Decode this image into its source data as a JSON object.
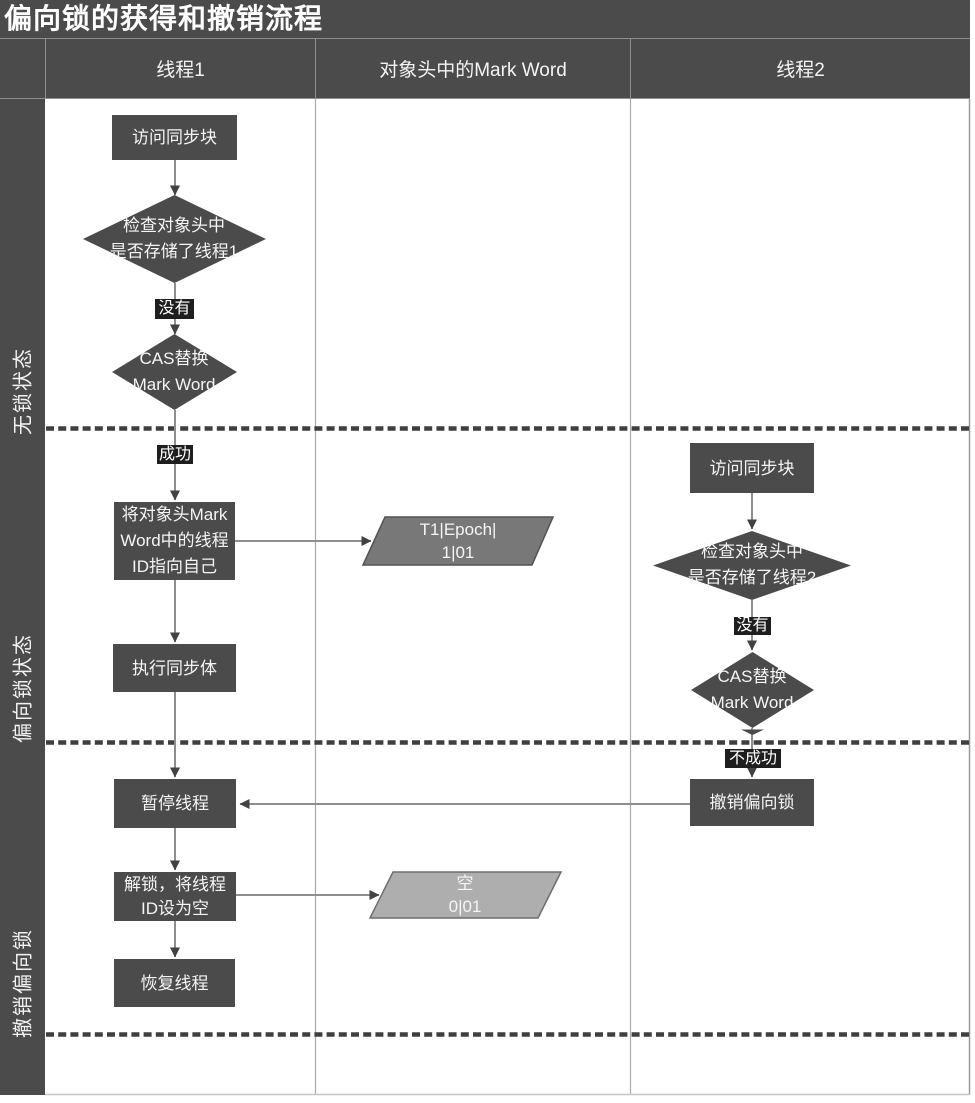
{
  "title": "偏向锁的获得和撤销流程",
  "columns": {
    "thread1": "线程1",
    "markword": "对象头中的Mark Word",
    "thread2": "线程2"
  },
  "row_labels": {
    "lock_free": "无锁状态",
    "biased": "偏向锁状态",
    "revoke": "撤销偏向锁"
  },
  "thread1": {
    "access_sync_block": "访问同步块",
    "check_header": "检查对象头中\n是否存储了线程1",
    "check_header_result": "没有",
    "cas_replace": "CAS替换\nMark Word",
    "cas_result": "成功",
    "set_thread_id": "将对象头Mark\nWord中的线程\nID指向自己",
    "execute_sync_body": "执行同步体",
    "pause_thread": "暂停线程",
    "unlock_clear_id": "解锁，将线程\nID设为空",
    "resume_thread": "恢复线程"
  },
  "markword": {
    "record_biased_t1": "T1|Epoch|\n1|01",
    "record_unlocked": "空\n0|01"
  },
  "thread2": {
    "access_sync_block": "访问同步块",
    "check_header": "检查对象头中\n是否存储了线程2",
    "check_header_result": "没有",
    "cas_replace": "CAS替换\nMark Word",
    "cas_result": "不成功",
    "revoke_biased_lock": "撤销偏向锁"
  },
  "colors": {
    "panel_dark": "#4b4b4b",
    "badge_black": "#1e1e1e",
    "connector_gray": "#8e8e8e",
    "arrowhead_dark": "#424242",
    "parallelogram_biased": "#787878",
    "parallelogram_empty": "#aeaeae"
  }
}
